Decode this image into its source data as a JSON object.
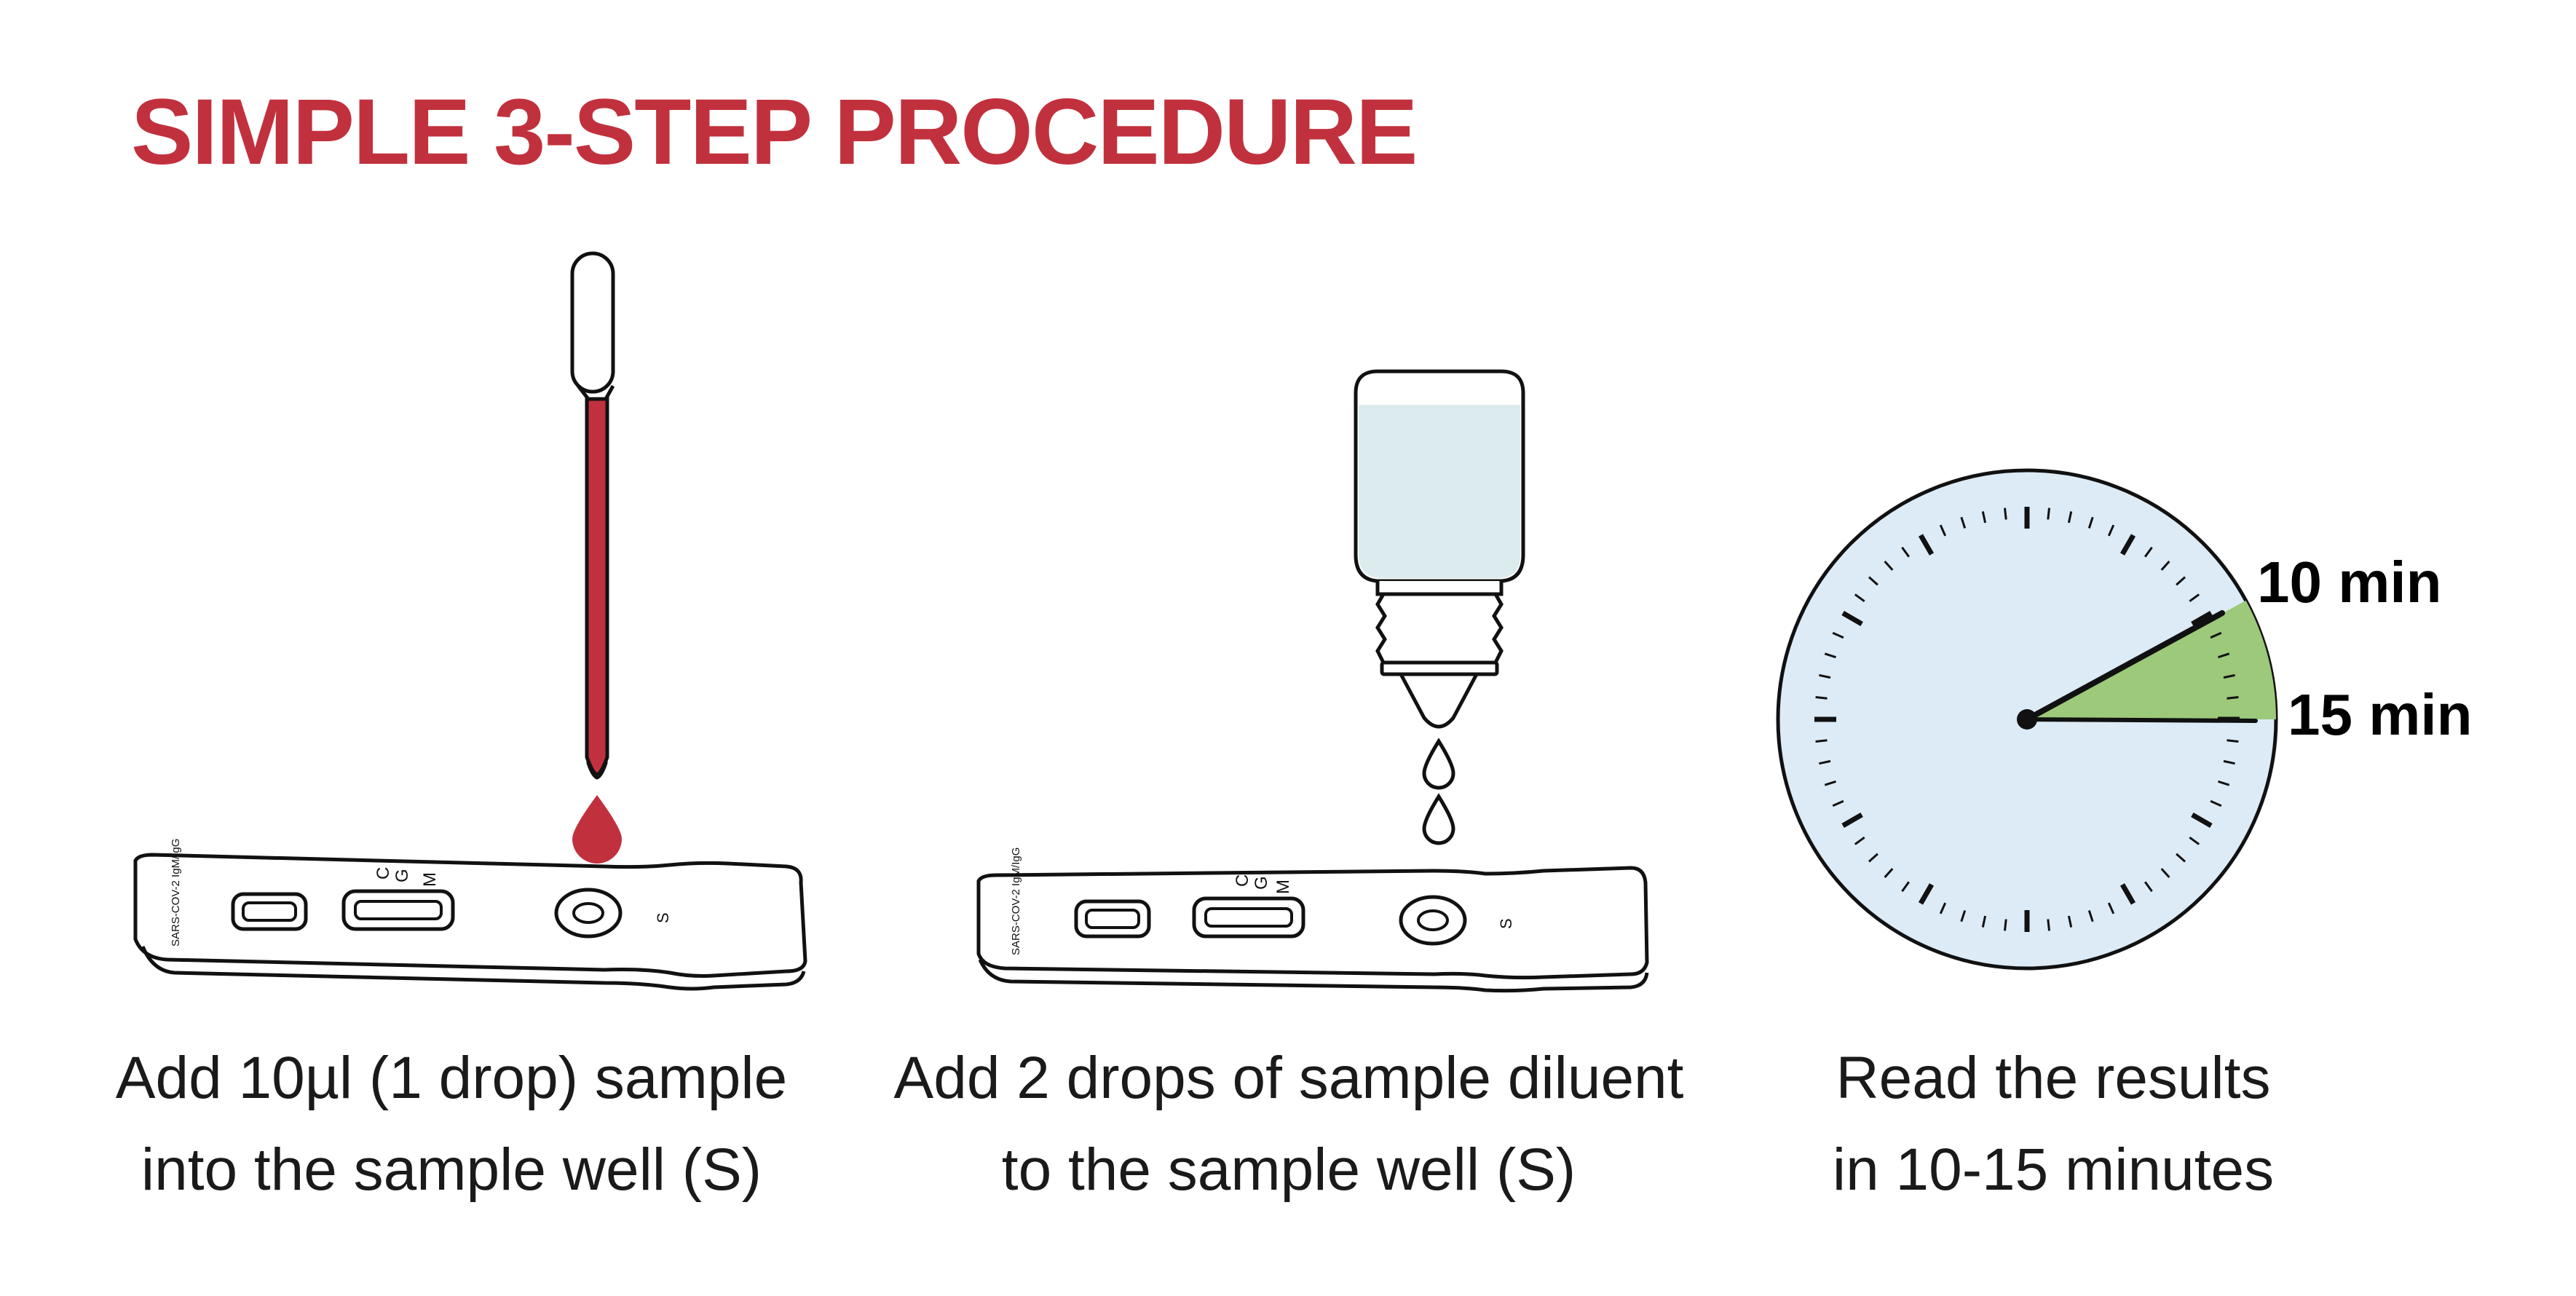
{
  "header": {
    "title": "SIMPLE 3-STEP PROCEDURE"
  },
  "steps": [
    {
      "line1": "Add 10µl (1 drop) sample",
      "line2": "into the sample well (S)"
    },
    {
      "line1": "Add 2 drops of sample diluent",
      "line2": "to the sample well (S)"
    },
    {
      "line1": "Read the results",
      "line2": "in 10-15 minutes"
    }
  ],
  "cassette": {
    "label": "SARS-COV-2 IgM/IgG",
    "line_c": "C",
    "line_g": "G",
    "line_m": "M",
    "well": "S"
  },
  "clock": {
    "label_10": "10 min",
    "label_15": "15 min"
  },
  "colors": {
    "title": "#c1313d",
    "blood": "#c1313d",
    "clock_face": "#ddebf6",
    "clock_segment": "#9cc97a",
    "diluent": "#dcebee",
    "outline": "#111111"
  },
  "icons": [
    "pipette-icon",
    "blood-drop-icon",
    "dropper-bottle-icon",
    "diluent-drop-icon",
    "test-cassette-icon",
    "clock-icon"
  ]
}
